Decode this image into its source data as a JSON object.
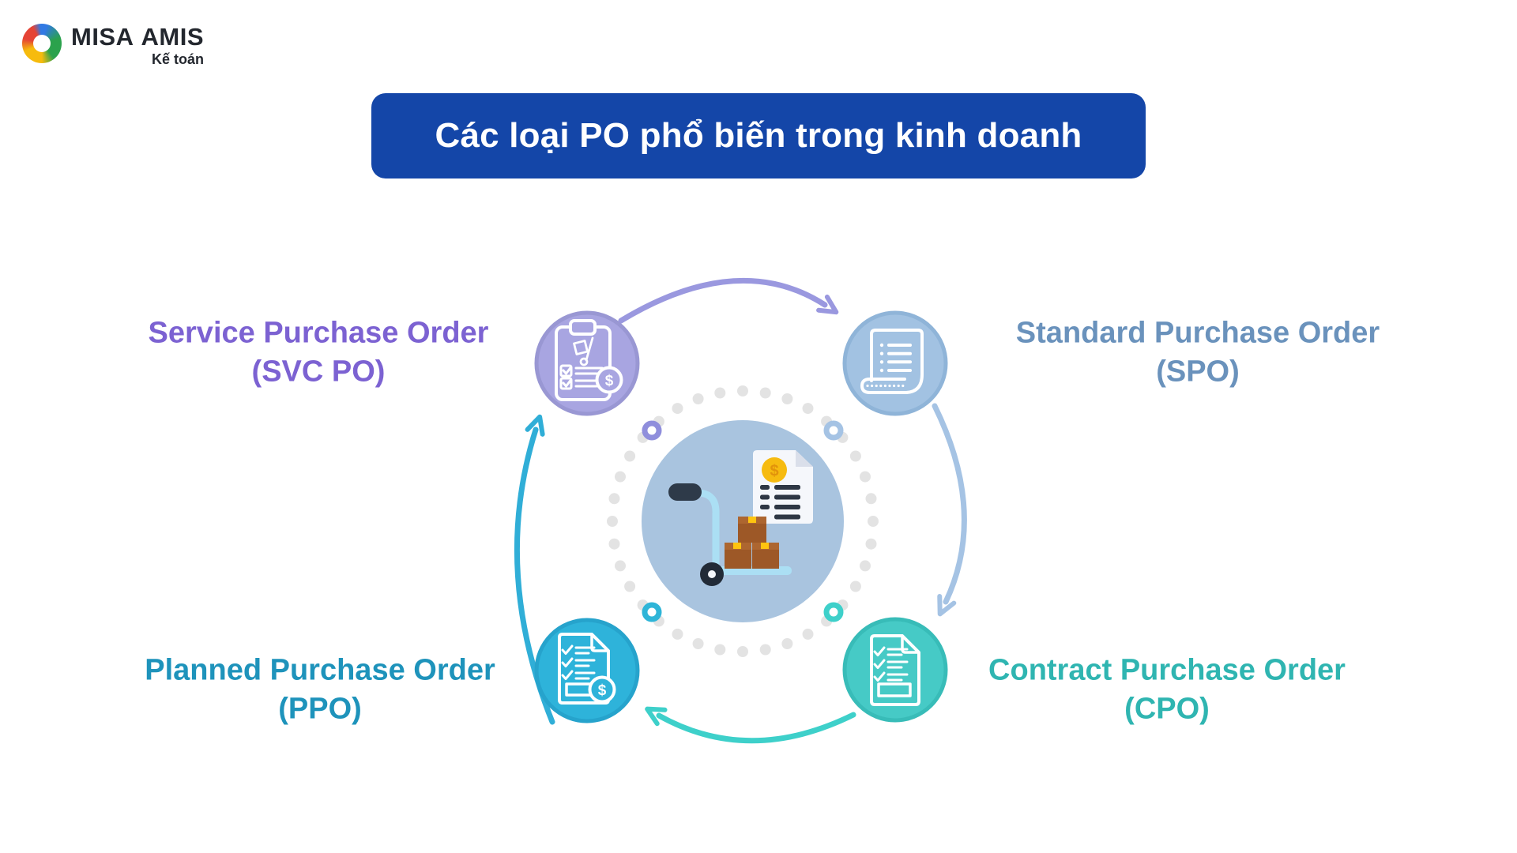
{
  "logo": {
    "brand_part1": "MISA",
    "brand_part2": "AMIS",
    "subtitle": "Kế toán"
  },
  "title": "Các loại PO phổ biến trong kinh doanh",
  "diagram": {
    "center_icon": "hand-truck-with-boxes-and-invoice",
    "dollar_glyph": "$",
    "nodes": {
      "svc": {
        "label": "Service Purchase Order",
        "abbr": "(SVC PO)",
        "text_color": "#7C62D2",
        "circle_fill": "#A8A5E1",
        "circle_stroke": "#9997D3"
      },
      "spo": {
        "label": "Standard Purchase Order",
        "abbr": "(SPO)",
        "text_color": "#6A92BC",
        "circle_fill": "#A2C2E2",
        "circle_stroke": "#8FB4D8"
      },
      "cpo": {
        "label": "Contract Purchase Order",
        "abbr": "(CPO)",
        "text_color": "#2FB5B1",
        "circle_fill": "#46CAC6",
        "circle_stroke": "#38BCB8"
      },
      "ppo": {
        "label": "Planned Purchase Order",
        "abbr": "(PPO)",
        "text_color": "#1E93BB",
        "circle_fill": "#2EB3DA",
        "circle_stroke": "#26A3CC"
      }
    }
  },
  "colors": {
    "title_bg": "#1446A8",
    "title_text": "#FFFFFF",
    "arrow_svc_to_spo": "#9A98DF",
    "arrow_spo_to_cpo": "#A5C3E4",
    "arrow_cpo_to_ppo": "#3ED0CA",
    "arrow_ppo_to_svc": "#30AED7",
    "dot_ring": "#E3E3E3",
    "center_circle": "#A9C4DF"
  }
}
